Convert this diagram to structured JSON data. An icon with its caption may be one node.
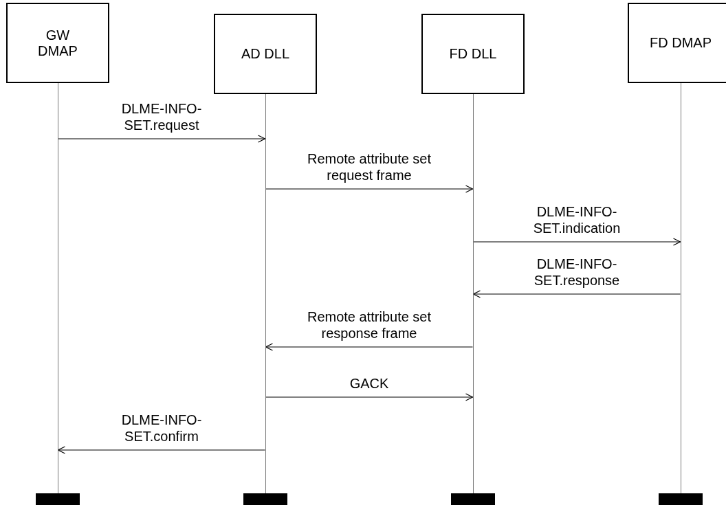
{
  "diagram": {
    "nodes": [
      {
        "text": [
          "GW DMAP"
        ]
      },
      {
        "text": [
          "AD DLL"
        ]
      },
      {
        "text": [
          "FD DLL"
        ]
      },
      {
        "text": [
          "FD DMAP"
        ]
      },
      {
        "text": [],
        "shape": "line"
      },
      {
        "text": [],
        "shape": "line"
      },
      {
        "text": [],
        "shape": "line"
      },
      {
        "text": [],
        "shape": "line"
      },
      {
        "text": [],
        "shape": "bar"
      },
      {
        "text": [],
        "shape": "bar"
      },
      {
        "text": [],
        "shape": "bar"
      },
      {
        "text": [],
        "shape": "bar"
      }
    ],
    "edges": [
      {
        "from": 4,
        "to": 5,
        "arrow": "to",
        "label": "DLME-INFO-SET.request"
      },
      {
        "from": 5,
        "to": 6,
        "arrow": "to",
        "label": "Remote attribute set request frame"
      },
      {
        "from": 6,
        "to": 7,
        "arrow": "to",
        "label": "DLME-INFO-SET.indication"
      },
      {
        "from": 7,
        "to": 6,
        "arrow": "to",
        "label": "DLME-INFO-SET.response"
      },
      {
        "from": 6,
        "to": 5,
        "arrow": "to",
        "label": "Remote attribute set response frame"
      },
      {
        "from": 5,
        "to": 6,
        "arrow": "to",
        "label": "GACK"
      },
      {
        "from": 5,
        "to": 4,
        "arrow": "to",
        "label": "DLME-INFO-SET.confirm"
      }
    ]
  }
}
